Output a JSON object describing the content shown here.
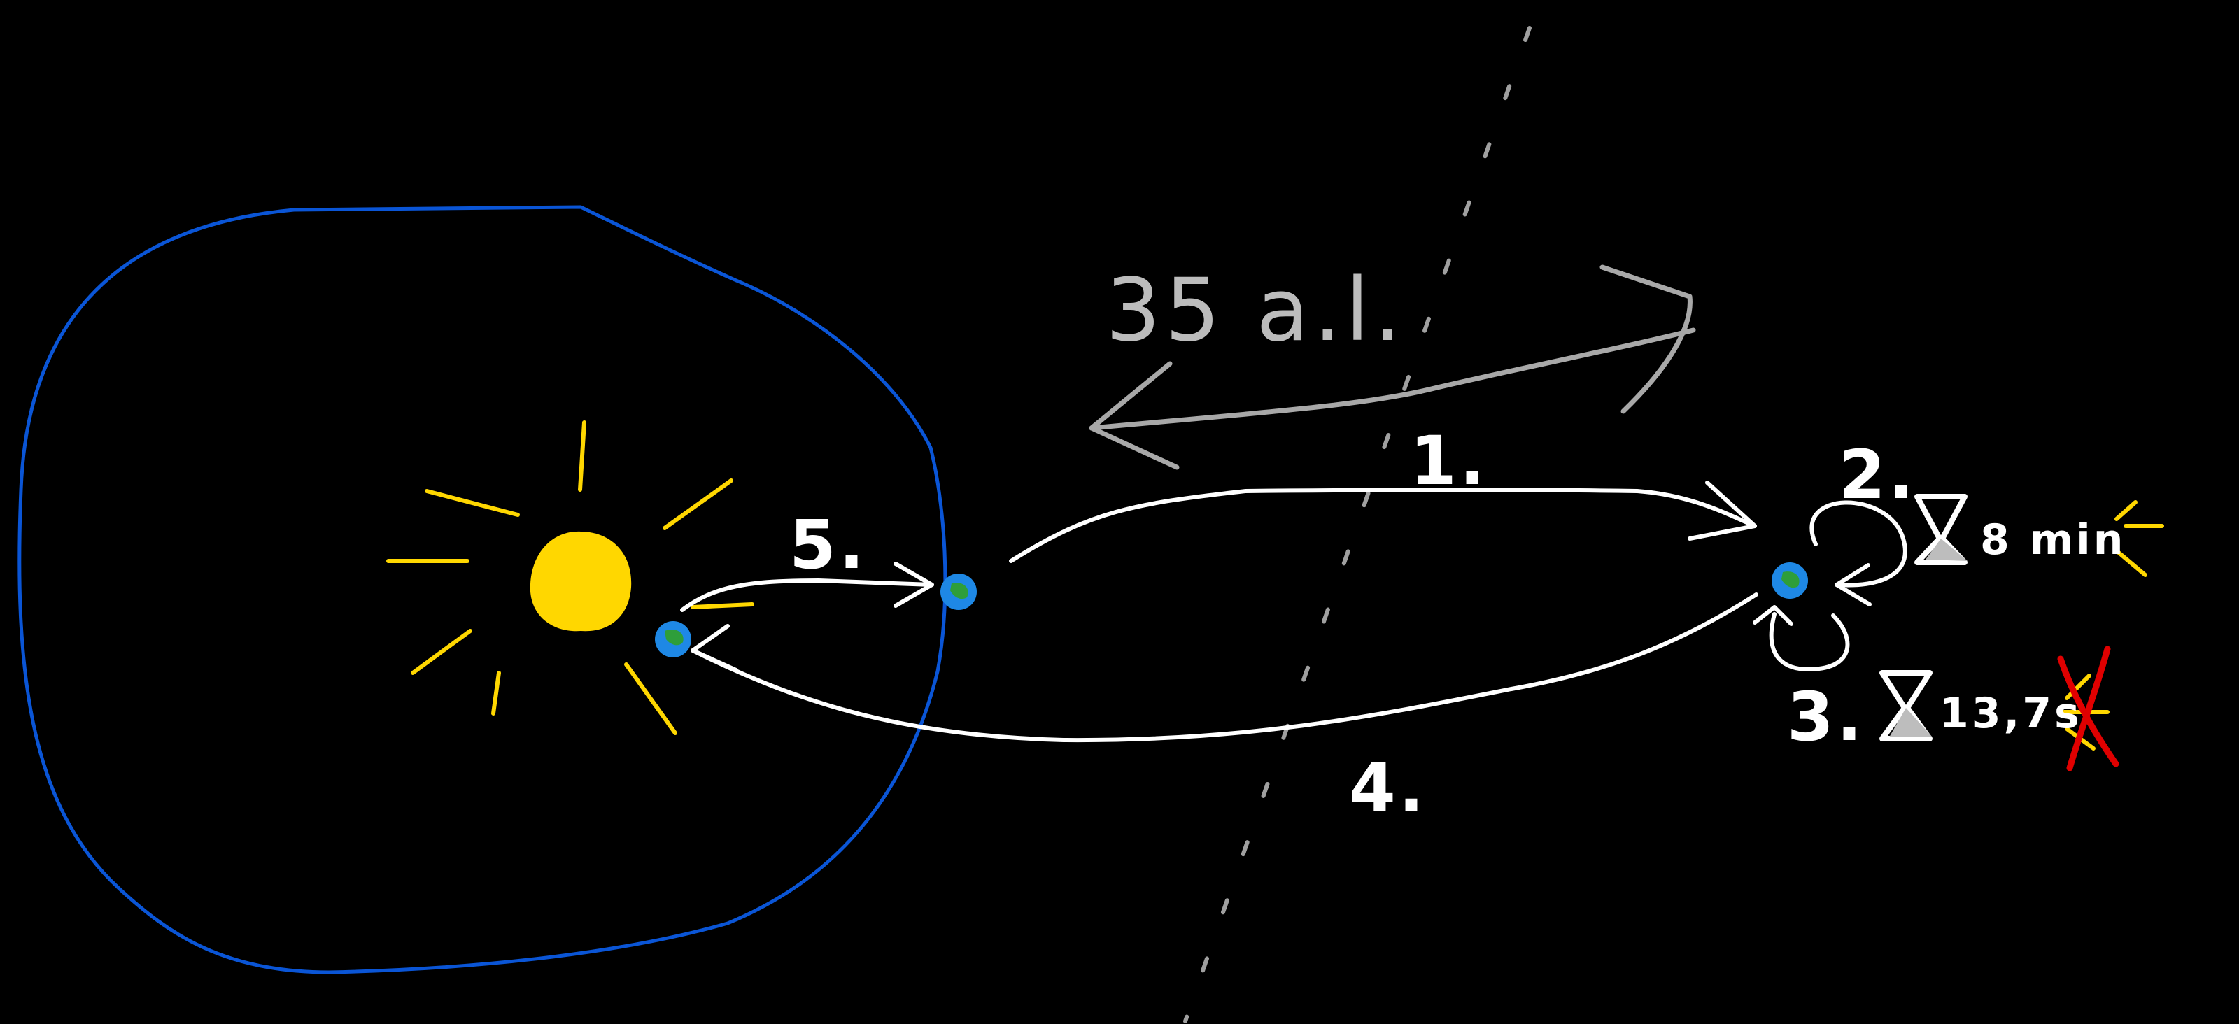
{
  "diagram": {
    "distance_label": "35 a.l.",
    "steps": {
      "s1": "1.",
      "s2": "2.",
      "s3": "3.",
      "s4": "4.",
      "s5": "5."
    },
    "times": {
      "t2": "8 min",
      "t3": "13,7s"
    }
  },
  "colors": {
    "background": "#000000",
    "sun": "#ffd700",
    "sun_rays": "#ffd700",
    "orbit": "#0a55d6",
    "path": "#ffffff",
    "distance_arrow": "#a8a8a8",
    "dashed_line": "#a0a0a0",
    "planet_ocean": "#1e88e5",
    "planet_land": "#2e9e3a",
    "hourglass": "#bdbdbd",
    "cross": "#e00000"
  },
  "icons": {
    "sun": "sun-icon",
    "planet": "earth-icon",
    "hourglass": "hourglass-icon",
    "cross": "cross-mark-icon"
  }
}
